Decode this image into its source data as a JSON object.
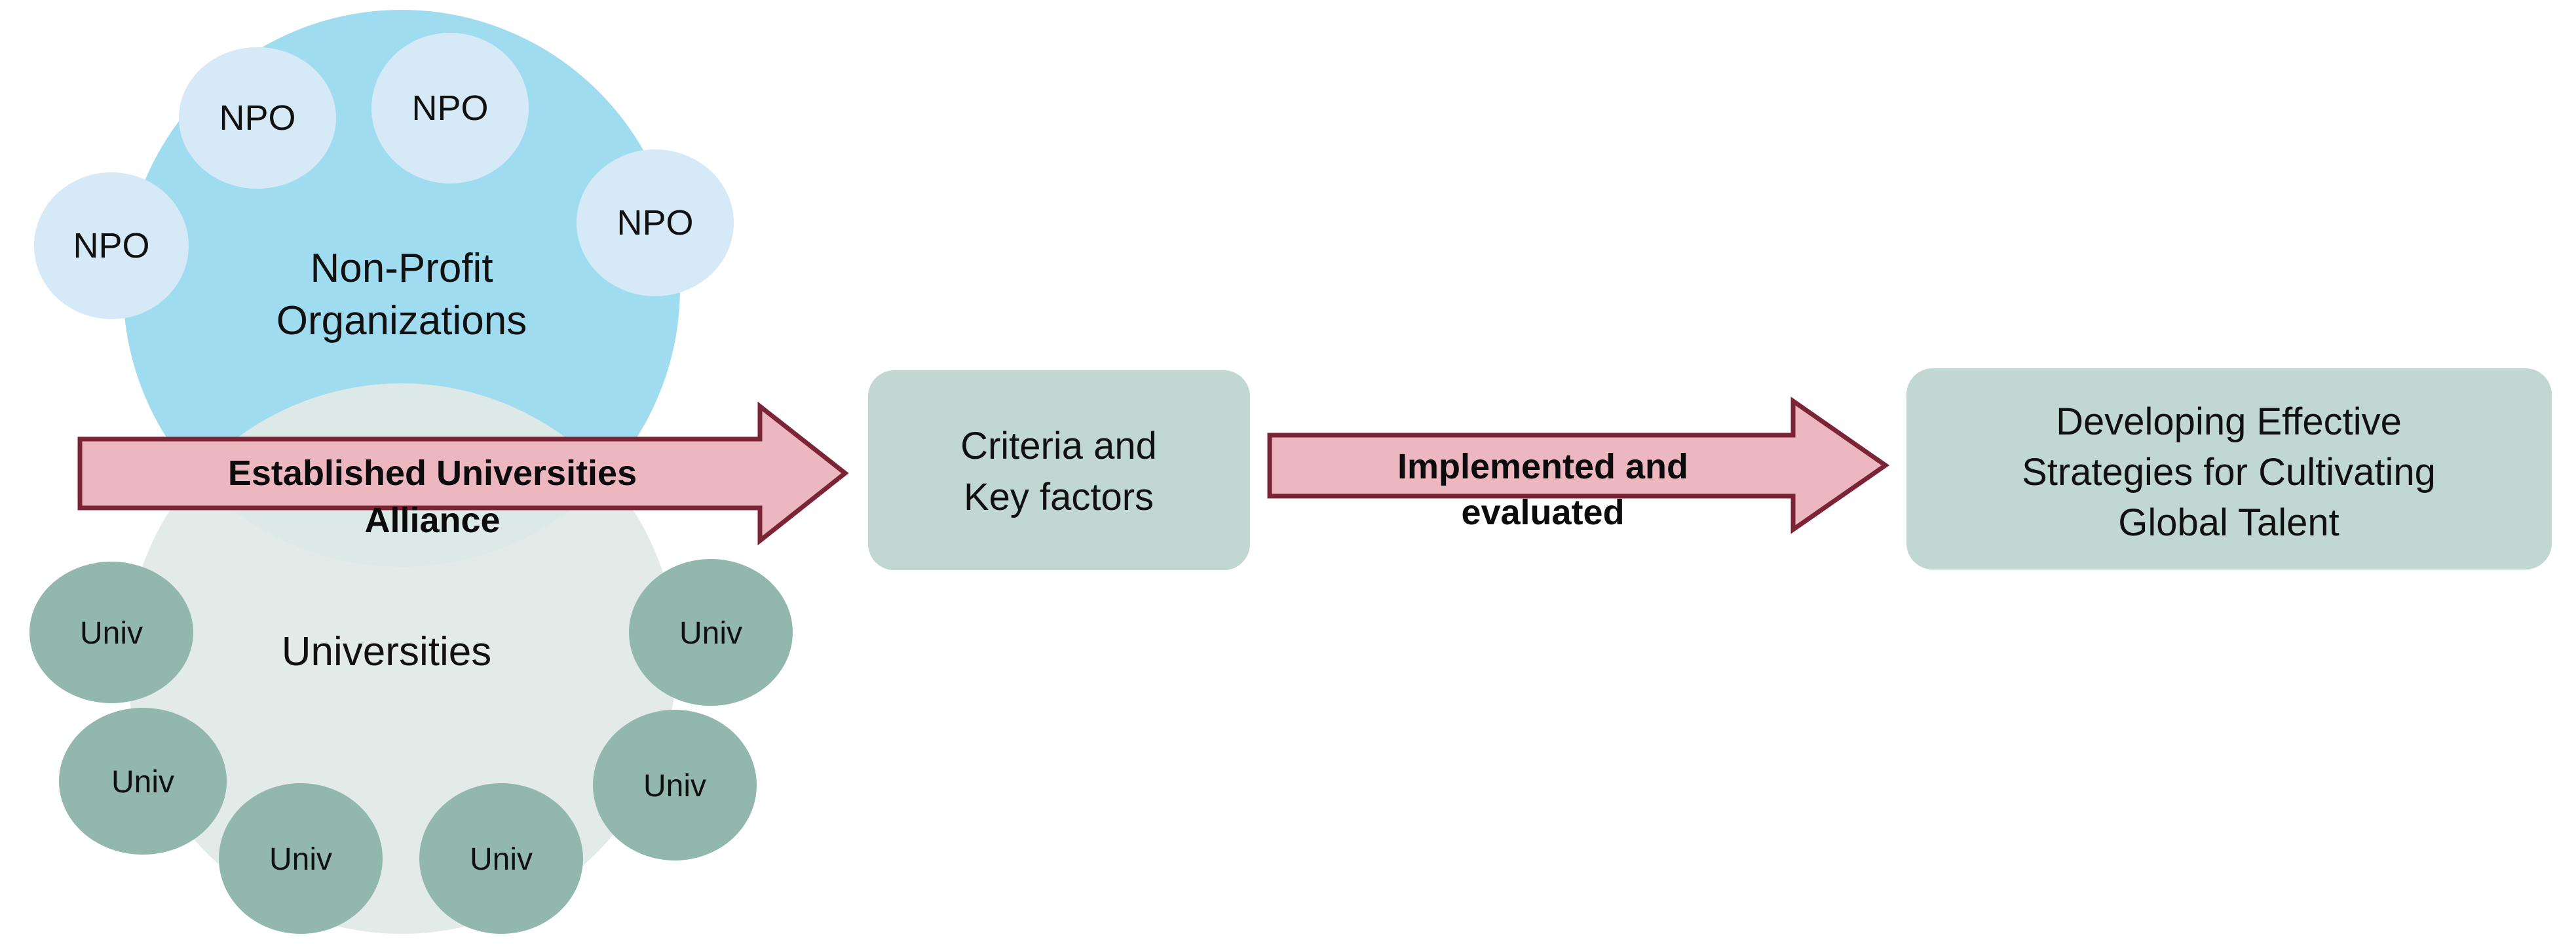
{
  "diagram": {
    "title": "Established Universities Alliance process flow",
    "colors": {
      "npo_cluster_fill": "#9fdcf0",
      "npo_node_fill": "#d6e9f7",
      "univ_cluster_fill": "#e1eae6",
      "univ_node_fill": "#92b7ac",
      "box_fill": "#c1d7d1",
      "arrow_fill": "#edb7c0",
      "arrow_stroke": "#7b2436",
      "text": "#111111",
      "background": "#ffffff"
    },
    "groups": [
      {
        "id": "npo-group",
        "label": "Non-Profit\nOrganizations",
        "label_line1": "Non-Profit",
        "label_line2": "Organizations",
        "nodes": [
          {
            "id": "npo-1",
            "label": "NPO"
          },
          {
            "id": "npo-2",
            "label": "NPO"
          },
          {
            "id": "npo-3",
            "label": "NPO"
          },
          {
            "id": "npo-4",
            "label": "NPO"
          }
        ]
      },
      {
        "id": "universities-group",
        "label": "Universities",
        "nodes": [
          {
            "id": "univ-1",
            "label": "Univ"
          },
          {
            "id": "univ-2",
            "label": "Univ"
          },
          {
            "id": "univ-3",
            "label": "Univ"
          },
          {
            "id": "univ-4",
            "label": "Univ"
          },
          {
            "id": "univ-5",
            "label": "Univ"
          },
          {
            "id": "univ-6",
            "label": "Univ"
          }
        ]
      }
    ],
    "arrows": [
      {
        "id": "arrow-alliance",
        "label_line1": "Established Universities",
        "label_line2": "Alliance"
      },
      {
        "id": "arrow-implemented",
        "label_line1": "Implemented and",
        "label_line2": "evaluated"
      }
    ],
    "boxes": [
      {
        "id": "box-criteria",
        "line1": "Criteria and",
        "line2": "Key factors"
      },
      {
        "id": "box-outcome",
        "line1": "Developing Effective",
        "line2": "Strategies for Cultivating",
        "line3": "Global Talent"
      }
    ]
  }
}
